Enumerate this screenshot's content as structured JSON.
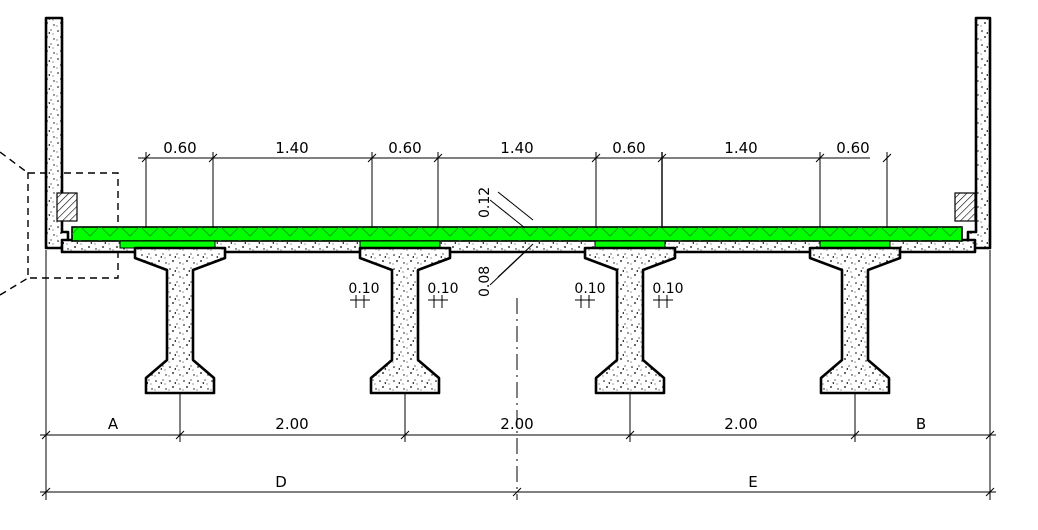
{
  "colors": {
    "slab_fill": "#00ff00",
    "line": "#000000",
    "background": "#ffffff"
  },
  "top_dimensions": [
    "0.60",
    "1.40",
    "0.60",
    "1.40",
    "0.60",
    "1.40",
    "0.60"
  ],
  "slab_thickness": {
    "top": "0.12",
    "bottom": "0.08"
  },
  "flange_dims": [
    "0.10",
    "0.10",
    "0.10",
    "0.10"
  ],
  "bottom_dimensions": [
    "A",
    "2.00",
    "2.00",
    "2.00",
    "B"
  ],
  "overall_dimensions": [
    "D",
    "E"
  ]
}
